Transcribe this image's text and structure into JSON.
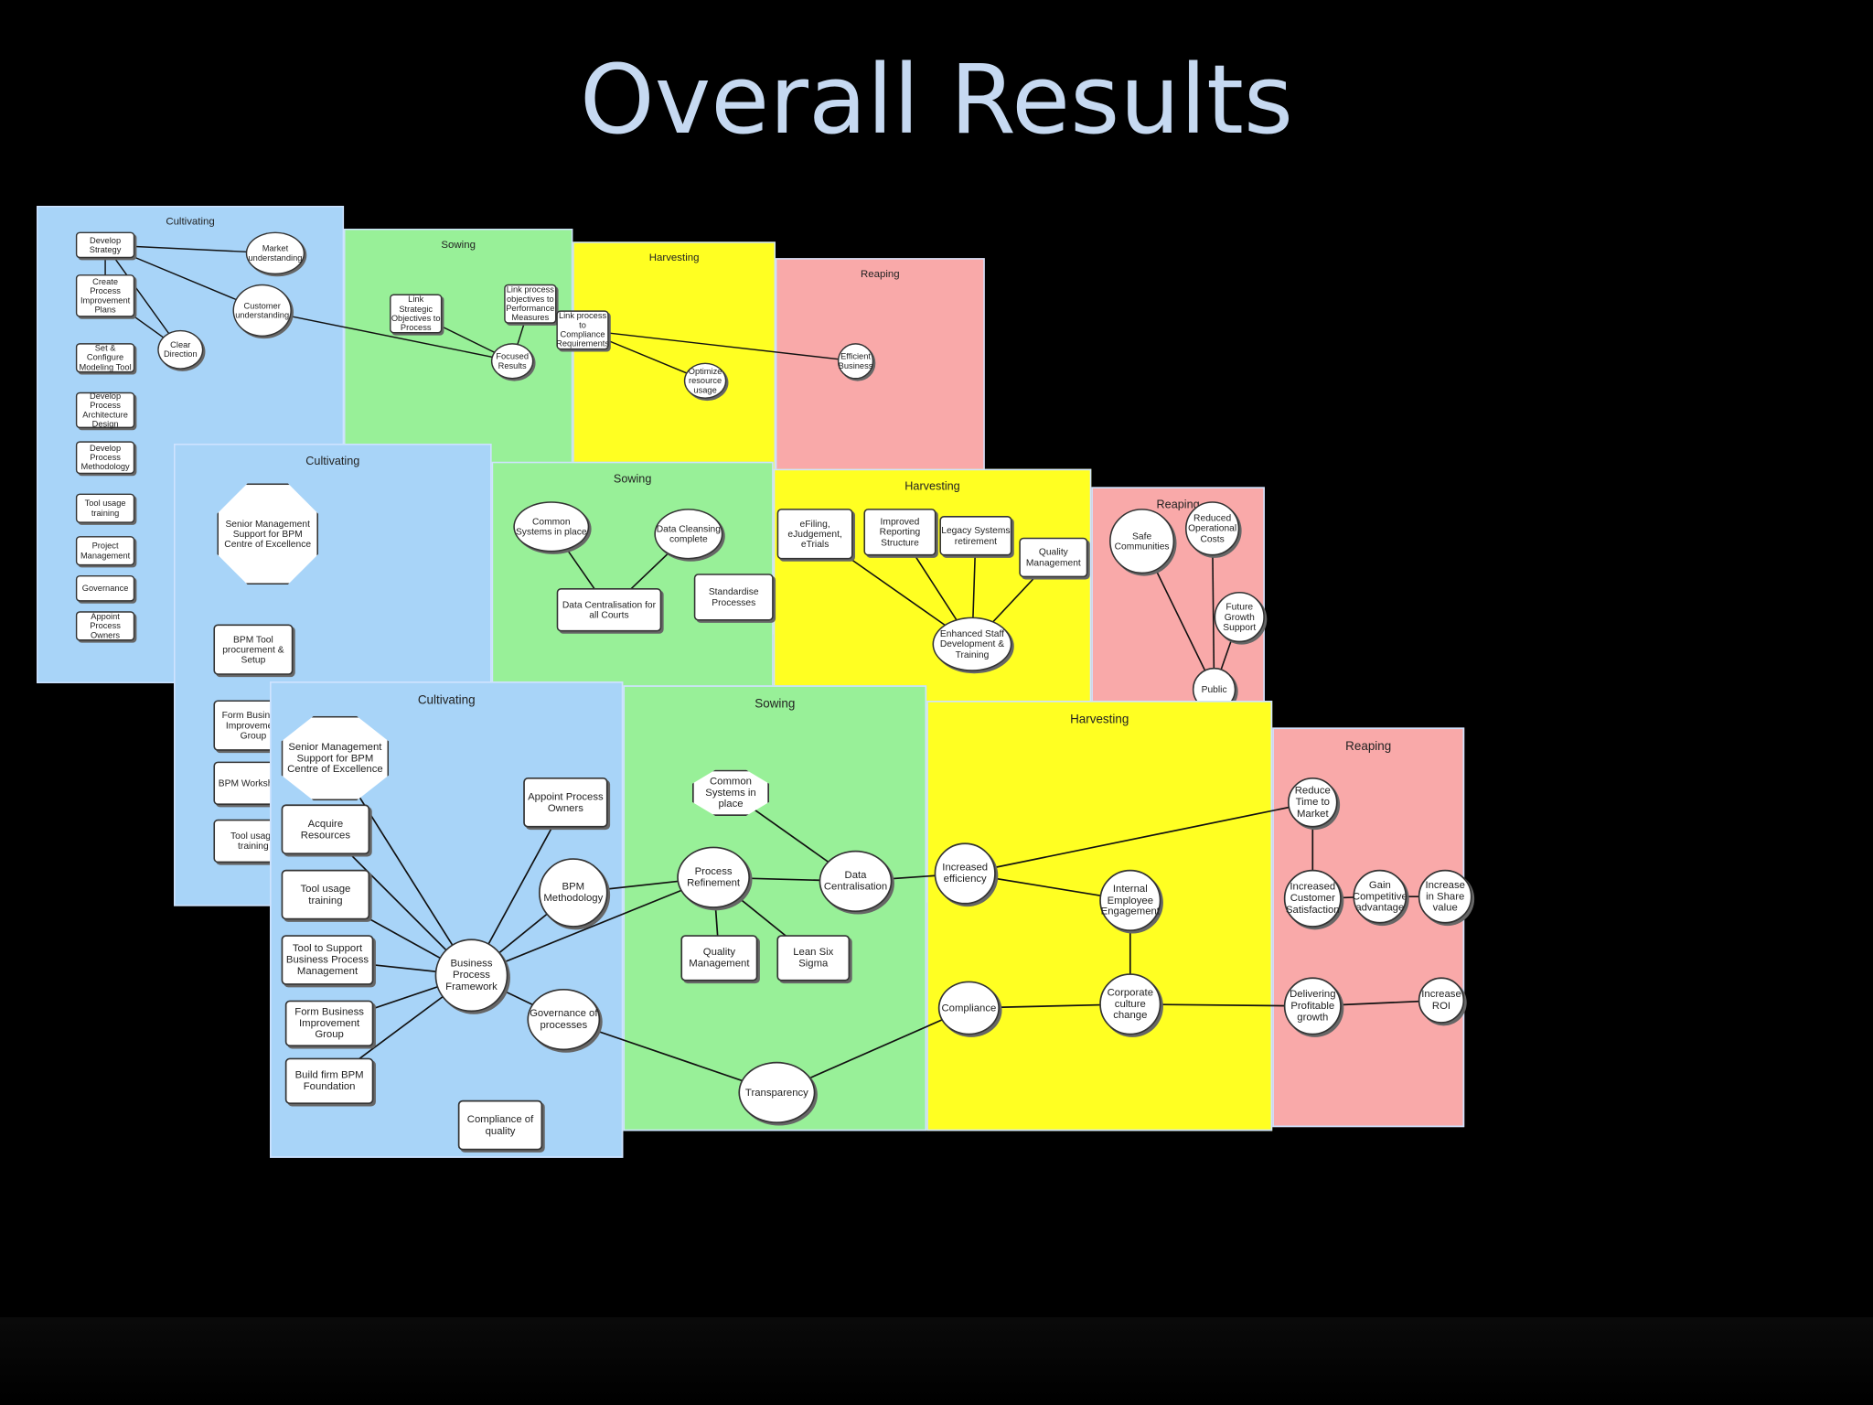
{
  "title": "Overall Results",
  "back": {
    "panels": [
      "Cultivating",
      "Sowing",
      "Harvesting",
      "Reaping"
    ],
    "nodes": {
      "b1": "Develop Strategy",
      "b2": "Create Process Improvement Plans",
      "b3": "Set & Configure Modeling Tool",
      "b4": "Develop Process Architecture Design",
      "b5": "Develop Process Methodology",
      "b6": "Tool usage training",
      "b7": "Project Management",
      "b8": "Governance",
      "b9": "Appoint Process Owners",
      "b10": "Market understanding",
      "b11": "Customer understanding",
      "b12": "Clear Direction",
      "g1": "Link Strategic Objectives to Process",
      "g2": "Link process objectives to Performance Measures",
      "g3": "Link process to Compliance Requirements",
      "g4": "Focused Results",
      "y1": "Optimize resource usage",
      "p1": "Efficient Business"
    }
  },
  "mid": {
    "panels": [
      "Cultivating",
      "Sowing",
      "Harvesting",
      "Reaping"
    ],
    "nodes": {
      "b1": "Senior Management Support for BPM Centre of Excellence",
      "b2": "BPM Tool procurement & Setup",
      "b3": "Form Business Improvement Group",
      "b4": "BPM Workshops",
      "b5": "Tool usage training",
      "g1": "Common Systems in place",
      "g2": "Data Cleansing complete",
      "g3": "Data Centralisation for all Courts",
      "g4": "Standardise Processes",
      "y1": "eFiling, eJudgement, eTrials",
      "y2": "Improved Reporting Structure",
      "y3": "Legacy Systems retirement",
      "y4": "Quality Management",
      "y5": "Enhanced Staff Development & Training",
      "p1": "Safe Communities",
      "p2": "Reduced Operational Costs",
      "p3": "Future Growth Support",
      "p4": "Public"
    }
  },
  "front": {
    "panels": [
      "Cultivating",
      "Sowing",
      "Harvesting",
      "Reaping"
    ],
    "nodes": {
      "b1": "Senior Management Support for BPM Centre of Excellence",
      "b2": "Acquire Resources",
      "b3": "Tool usage training",
      "b4": "Tool to Support Business Process Management",
      "b5": "Form Business Improvement Group",
      "b6": "Build firm BPM Foundation",
      "b7": "Appoint Process Owners",
      "b8": "BPM Methodology",
      "b9": "Business Process Framework",
      "b10": "Governance of processes",
      "b11": "Compliance of quality",
      "g1": "Common Systems in place",
      "g2": "Process Refinement",
      "g3": "Data Centralisation",
      "g4": "Quality Management",
      "g5": "Lean Six Sigma",
      "g6": "Transparency",
      "y1": "Increased efficiency",
      "y2": "Internal Employee Engagement",
      "y3": "Compliance",
      "y4": "Corporate culture change",
      "p1": "Reduce Time to Market",
      "p2": "Increased Customer Satisfaction",
      "p3": "Gain Competitive advantage",
      "p4": "Increase in Share value",
      "p5": "Delivering Profitable growth",
      "p6": "Increase ROI"
    }
  }
}
